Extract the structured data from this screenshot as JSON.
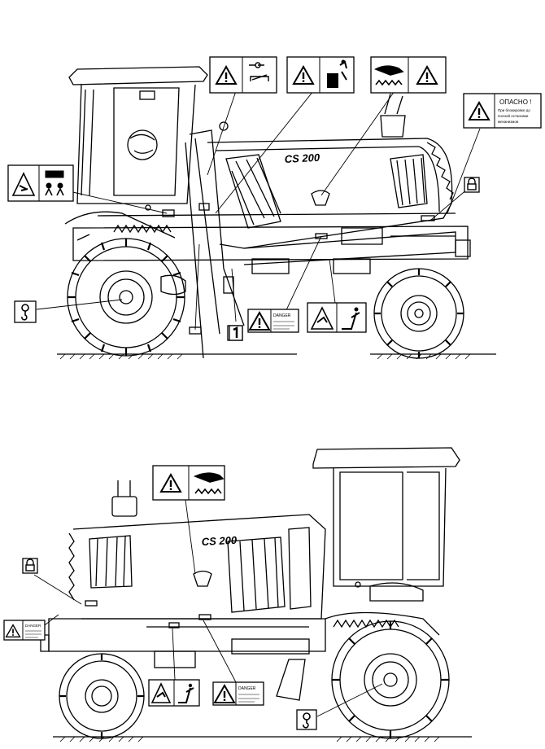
{
  "model_label": "CS 200",
  "warning_header": "ОПАСНО !",
  "warning_lines": [
    "При блокировке до",
    "полной остановки",
    "механизмов"
  ],
  "warning_header_short": "DANGER",
  "icons": {
    "hazard": "warning-triangle-icon",
    "manual": "read-manual-icon",
    "hands": "hand-entanglement-icon",
    "lock": "padlock-icon",
    "hook": "lifting-hook-icon",
    "crush": "crush-hazard-icon",
    "fall": "fall-hazard-icon",
    "fire": "hot-surface-icon"
  },
  "colors": {
    "line": "#000000",
    "background": "#ffffff"
  }
}
